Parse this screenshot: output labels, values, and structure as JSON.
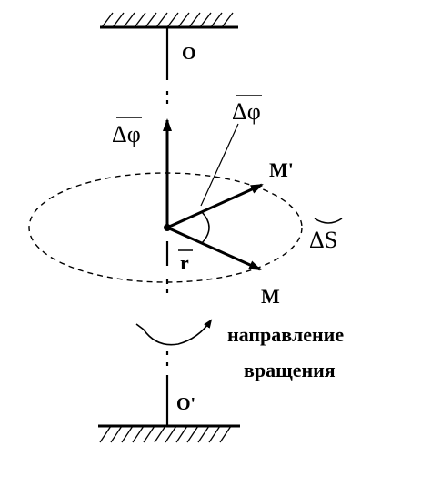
{
  "labels": {
    "top_point": "O",
    "bottom_point": "O'",
    "angular_vector_left": "Δφ",
    "angular_vector_top": "Δφ",
    "point_m_prime": "M'",
    "point_m": "M",
    "radius": "r",
    "arc": "ΔS",
    "rotation_line1": "направление",
    "rotation_line2": "вращения"
  },
  "colors": {
    "ink": "#000000",
    "background": "#ffffff"
  }
}
